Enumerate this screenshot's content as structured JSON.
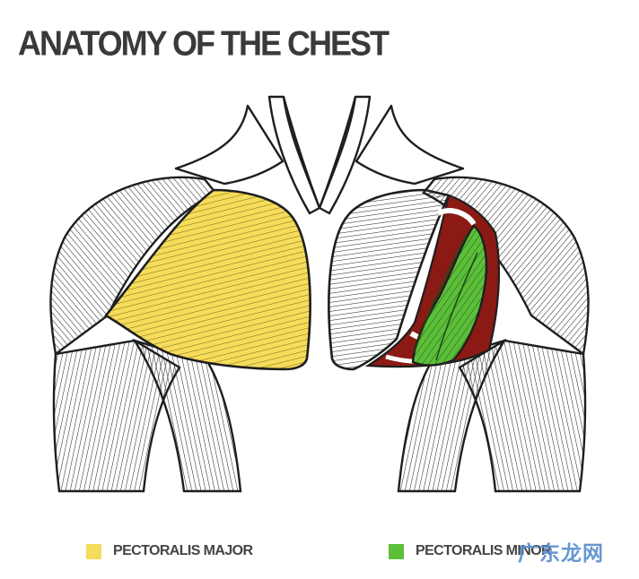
{
  "title": "ANATOMY OF THE CHEST",
  "legend": [
    {
      "label": "PECTORALIS MAJOR",
      "color": "#f5dc5a"
    },
    {
      "label": "PECTORALIS MINOR",
      "color": "#5cbf3a"
    }
  ],
  "watermark": "广东龙网",
  "colors": {
    "outline": "#1e1e1e",
    "muscle_fill": "#ffffff",
    "pectoralis_major": "#f5dc5a",
    "pectoralis_minor": "#5cbf3a",
    "ribs": "#8b1a14",
    "title_text": "#3a3a3a"
  }
}
